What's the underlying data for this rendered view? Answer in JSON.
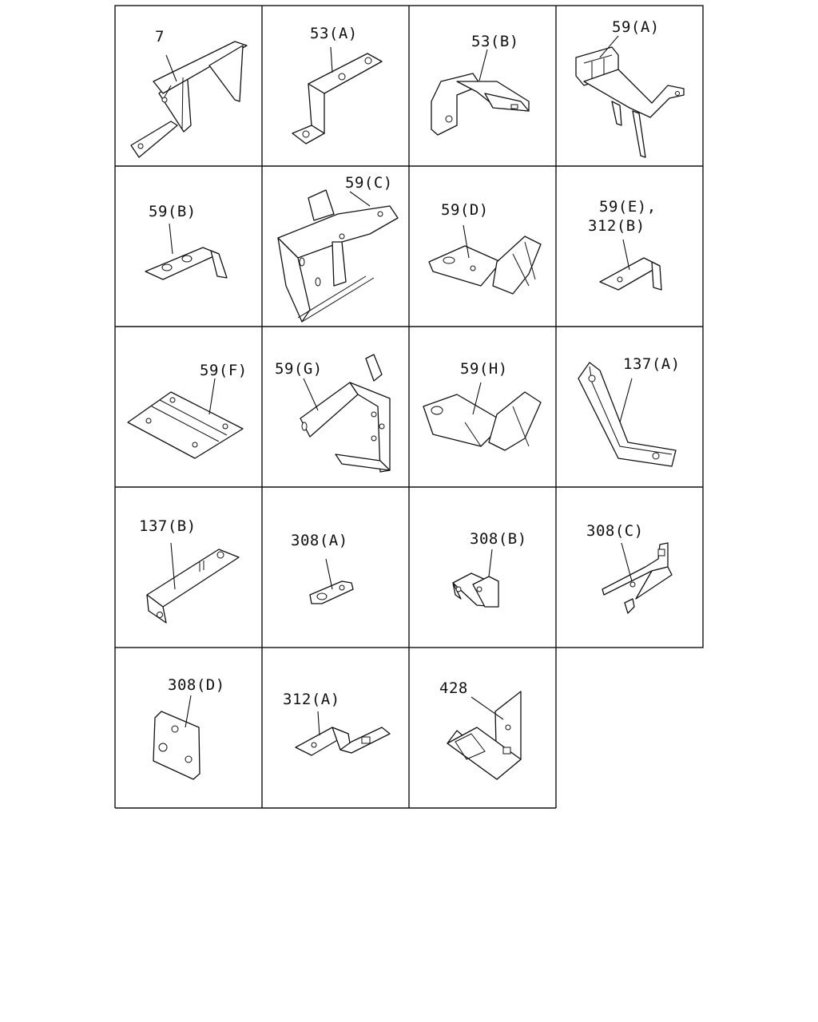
{
  "parts": [
    {
      "id": "p7",
      "label": "7"
    },
    {
      "id": "p53a",
      "label": "53(A)"
    },
    {
      "id": "p53b",
      "label": "53(B)"
    },
    {
      "id": "p59a",
      "label": "59(A)"
    },
    {
      "id": "p59b",
      "label": "59(B)"
    },
    {
      "id": "p59c",
      "label": "59(C)"
    },
    {
      "id": "p59d",
      "label": "59(D)"
    },
    {
      "id": "p59e",
      "label": "59(E),",
      "label2": "312(B)"
    },
    {
      "id": "p59f",
      "label": "59(F)"
    },
    {
      "id": "p59g",
      "label": "59(G)"
    },
    {
      "id": "p59h",
      "label": "59(H)"
    },
    {
      "id": "p137a",
      "label": "137(A)"
    },
    {
      "id": "p137b",
      "label": "137(B)"
    },
    {
      "id": "p308a",
      "label": "308(A)"
    },
    {
      "id": "p308b",
      "label": "308(B)"
    },
    {
      "id": "p308c",
      "label": "308(C)"
    },
    {
      "id": "p308d",
      "label": "308(D)"
    },
    {
      "id": "p312a",
      "label": "312(A)"
    },
    {
      "id": "p428",
      "label": "428"
    }
  ]
}
